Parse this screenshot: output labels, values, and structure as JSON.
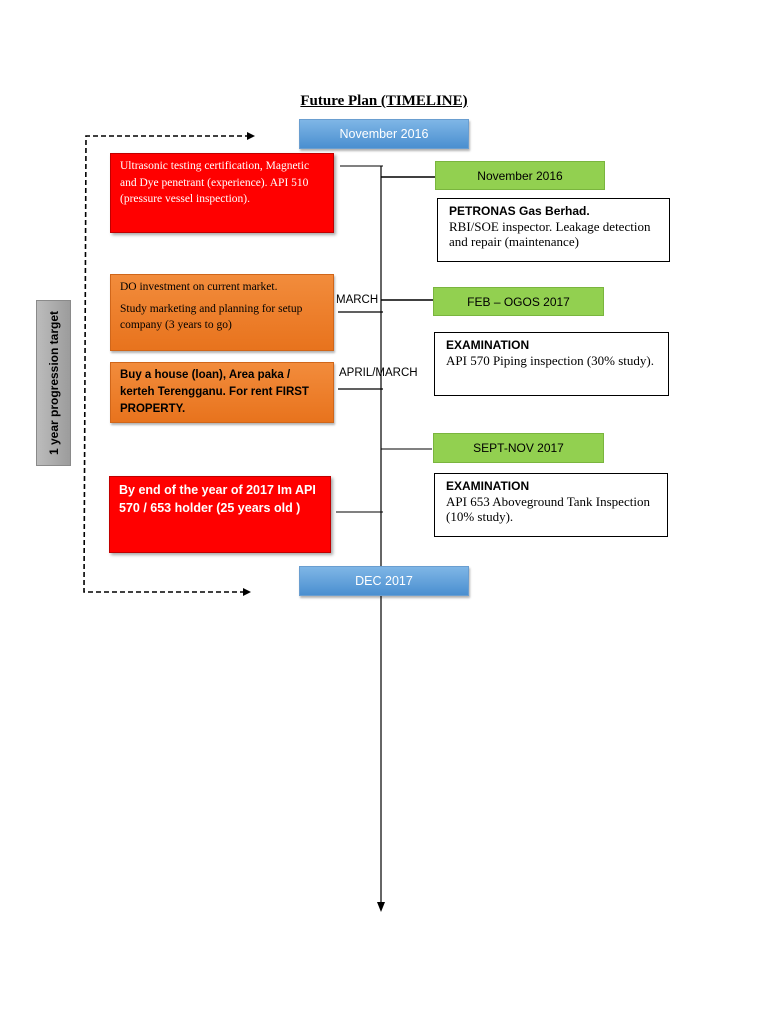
{
  "title": "Future Plan (TIMELINE)",
  "side_label": "1 year progression target",
  "milestones": {
    "start": "November 2016",
    "end": "DEC 2017"
  },
  "right_events": [
    {
      "period": "November 2016",
      "heading": "PETRONAS Gas Berhad.",
      "text": "RBI/SOE inspector. Leakage detection and repair (maintenance)"
    },
    {
      "period": "FEB – OGOS 2017",
      "heading": "EXAMINATION",
      "text": "API 570 Piping inspection (30% study)."
    },
    {
      "period": "SEPT-NOV 2017",
      "heading": "EXAMINATION",
      "text": "API 653 Aboveground Tank Inspection (10% study)."
    }
  ],
  "left_events": [
    {
      "text": "Ultrasonic testing certification, Magnetic and Dye penetrant (experience). API 510 (pressure vessel inspection)."
    },
    {
      "line1": "DO investment on current market.",
      "line2": "Study marketing and planning for setup company (3 years to go)"
    },
    {
      "text_a": "Buy a house (loan), Area paka / kerteh Terengganu. For rent",
      "text_b": "FIRST PROPERTY."
    },
    {
      "text": "By end of the year of 2017 Im API 570 / 653 holder (25 years old )"
    }
  ],
  "timeline_labels": {
    "march": "MARCH",
    "april_march": "APRIL/MARCH"
  },
  "colors": {
    "blue": "#5b9bd5",
    "green": "#92d050",
    "red": "#ff0000",
    "orange": "#ed7d31",
    "gray": "#a6a6a6"
  }
}
